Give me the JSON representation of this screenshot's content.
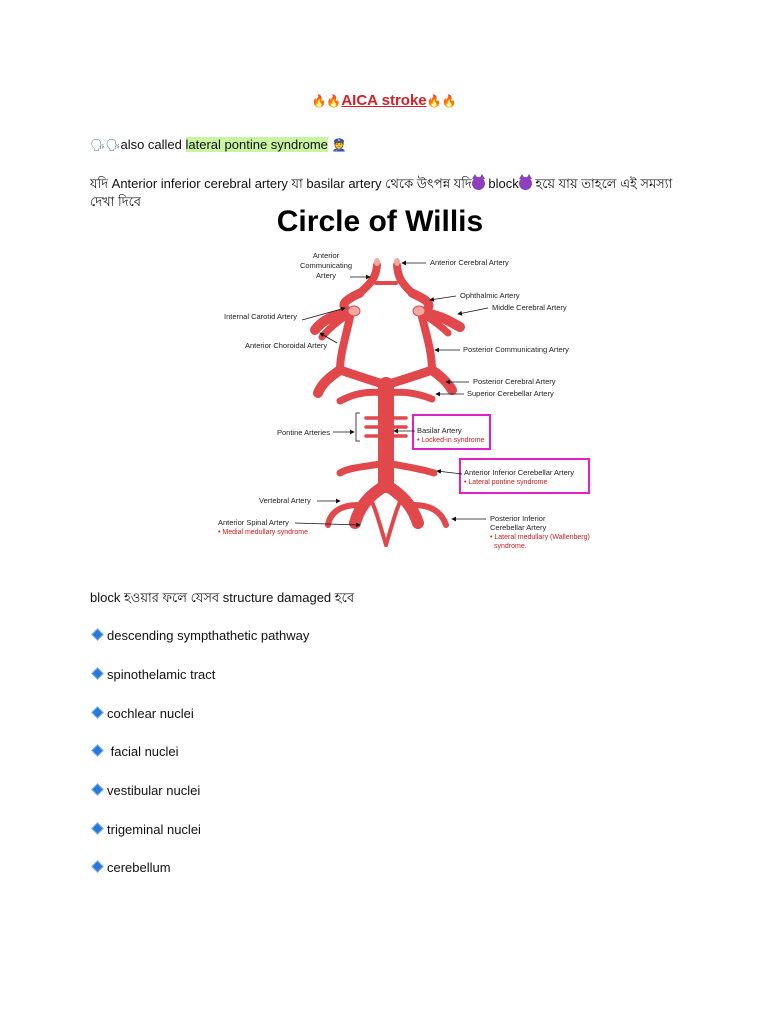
{
  "title": {
    "prefix_emoji": "🔥🔥",
    "text": "AICA stroke",
    "suffix_emoji": "🔥🔥"
  },
  "intro": {
    "prefix_emoji": "🗣🗣",
    "text_before": "also called ",
    "highlight": "lateral pontine syndrome",
    "suffix_emoji": "👮"
  },
  "cause": {
    "line1_part1": "যদি Anterior inferior cerebral artery যা basilar artery থেকে উৎপন্ন যদি",
    "line1_part2": "block",
    "line1_part3": " হয়ে যায় তাহলে এই সমস্যা",
    "line2": "দেখা  দিবে"
  },
  "figure": {
    "title": "Circle of Willis",
    "labels": {
      "anterior_communicating": [
        "Anterior",
        "Communicating",
        "Artery"
      ],
      "anterior_cerebral": "Anterior Cerebral Artery",
      "ophthalmic": "Ophthalmic Artery",
      "middle_cerebral": "Middle Cerebral Artery",
      "internal_carotid": "Internal Carotid Artery",
      "anterior_choroidal": "Anterior Choroidal Artery",
      "posterior_communicating": "Posterior Communicating Artery",
      "posterior_cerebral": "Posterior Cerebral Artery",
      "superior_cerebellar": "Superior Cerebellar Artery",
      "pontine": "Pontine Arteries",
      "basilar": "Basilar Artery",
      "basilar_note": "• Locked-in syndrome",
      "aica": "Anterior Inferior Cerebellar Artery",
      "aica_note": "• Lateral pontine syndrome",
      "vertebral": "Vertebral Artery",
      "anterior_spinal": "Anterior Spinal Artery",
      "anterior_spinal_note": "• Medial medullary syndrome",
      "pica": [
        "Posterior Inferior",
        "Cerebellar Artery"
      ],
      "pica_note": [
        "• Lateral medullary (Wallenberg)",
        "syndrome."
      ]
    }
  },
  "damage_intro": "block  হওয়ার ফলে যেসব structure damaged হবে",
  "structures": [
    "descending sympthathetic pathway",
    "spinothelamic tract",
    "cochlear nuclei",
    " facial nuclei",
    "vestibular nuclei",
    "trigeminal nuclei",
    "cerebellum"
  ],
  "colors": {
    "artery": "#e0484c",
    "box": "#e020c8",
    "title": "#d4202a",
    "highlight": "#c9f5a3",
    "bullet": "#2a79d8"
  }
}
